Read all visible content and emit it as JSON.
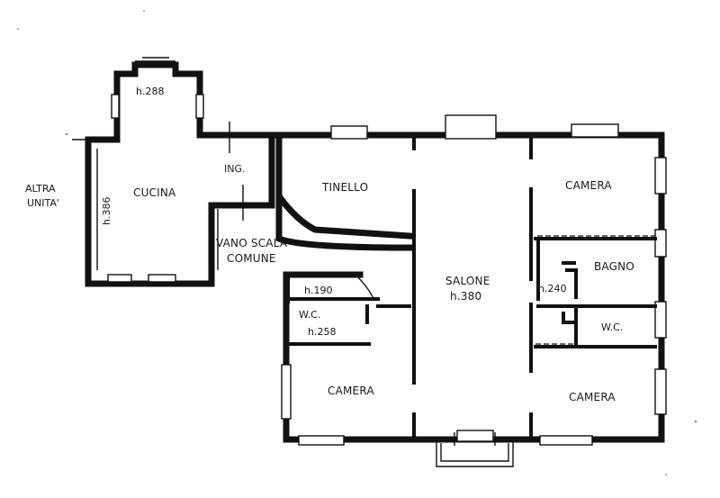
{
  "floorplan": {
    "rooms": {
      "altra_unita_1": "ALTRA",
      "altra_unita_2": "UNITA'",
      "cucina": "CUCINA",
      "cucina_height": "h.386",
      "cucina_bay_height": "h.288",
      "ingresso": "ING.",
      "tinello": "TINELLO",
      "vano_scala_1": "VANO SCALA",
      "vano_scala_2": "COMUNE",
      "wc_left": "W.C.",
      "wc_left_height_top": "h.190",
      "wc_left_height_bottom": "h.258",
      "camera_bottom_left": "CAMERA",
      "salone": "SALONE",
      "salone_height": "h.380",
      "camera_top_right": "CAMERA",
      "bagno": "BAGNO",
      "bagno_height": "h.240",
      "wc_right": "W.C.",
      "camera_bottom_right": "CAMERA"
    }
  }
}
